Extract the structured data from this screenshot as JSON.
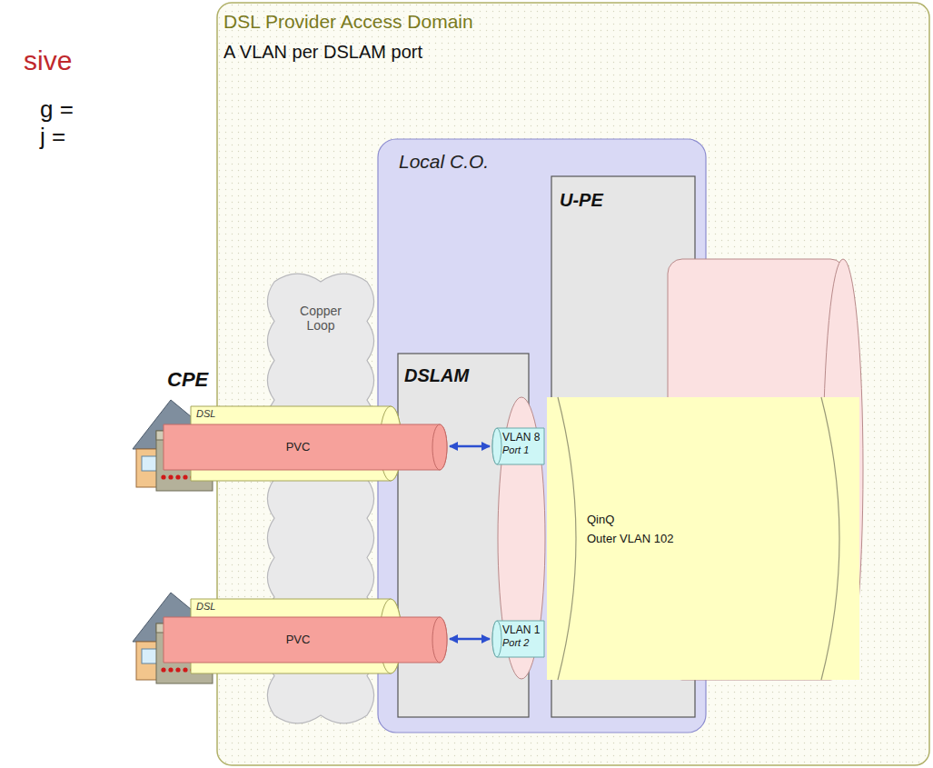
{
  "diagram": {
    "nodes": [
      {
        "text": [
          "DSL Provider Access Domain",
          "A VLAN per DSLAM port"
        ]
      },
      {
        "text": [
          "Local C.O."
        ],
        "in": 0
      },
      {
        "text": [
          "U-PE"
        ],
        "in": 1
      },
      {
        "text": [
          "DSLAM"
        ],
        "in": 1
      },
      {
        "text": [
          "Copper Loop"
        ],
        "in": 0
      },
      {
        "text": [
          "DSL"
        ]
      },
      {
        "text": [
          "PVC"
        ]
      },
      {
        "text": [
          "VLAN 8",
          "Port 1"
        ],
        "in": 3
      },
      {
        "text": [
          "QinQ",
          "Outer VLAN 102"
        ],
        "in": 0
      },
      {
        "text": [
          "DSL"
        ]
      },
      {
        "text": [
          "PVC"
        ]
      },
      {
        "text": [
          "VLAN 1",
          "Port 2"
        ],
        "in": 3
      }
    ],
    "edges": [
      {
        "from": 6,
        "to": 7,
        "arrow": "both"
      },
      {
        "from": 10,
        "to": 11,
        "arrow": "both"
      }
    ],
    "labels": [
      "sive",
      "g =",
      "j =",
      "CPE"
    ]
  }
}
